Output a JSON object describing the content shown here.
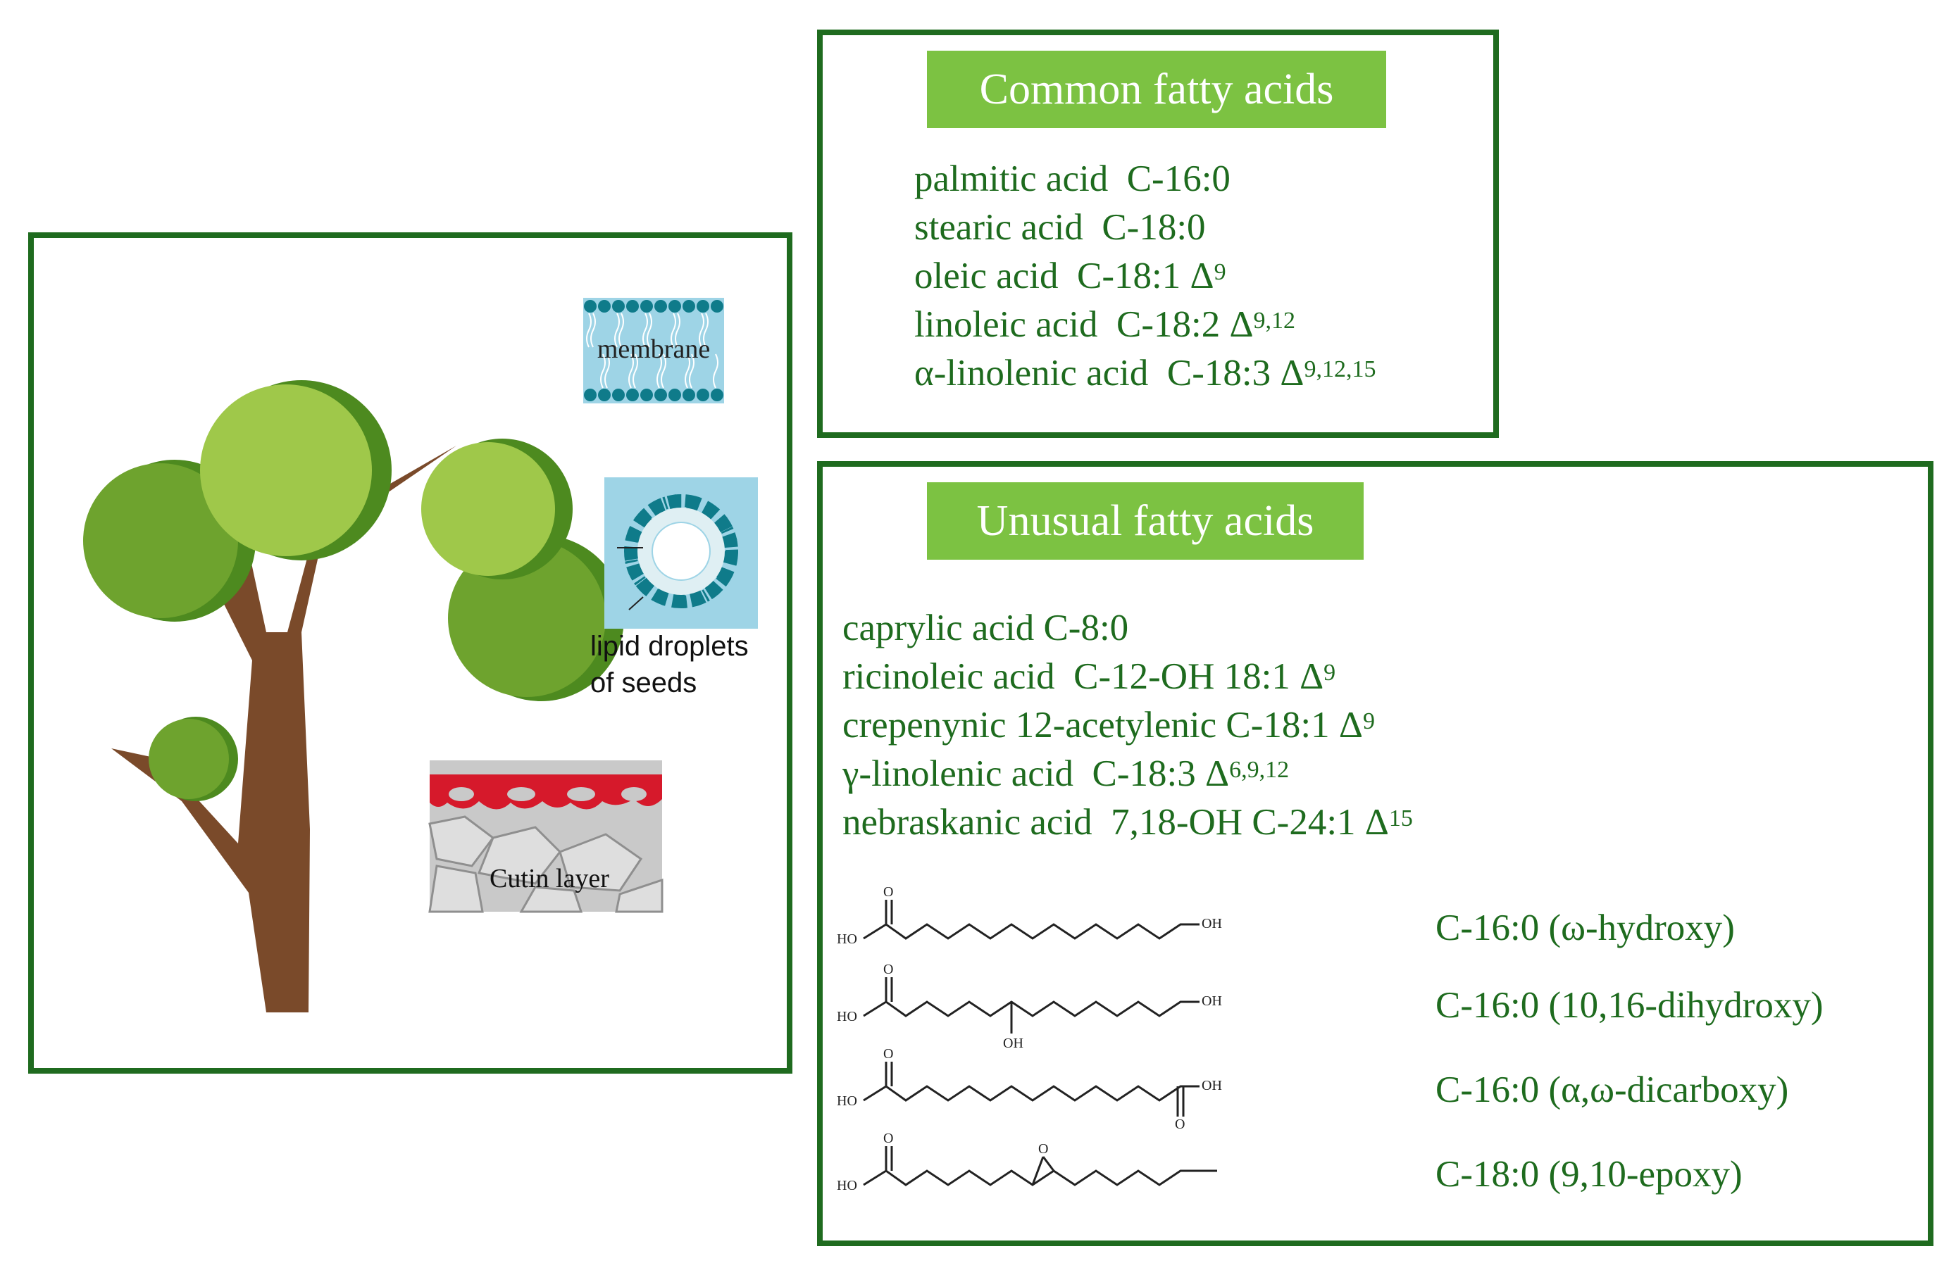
{
  "tree_panel": {
    "membrane_label": "membrane",
    "lipid_label_line1": "lipid droplets",
    "lipid_label_line2": "of seeds",
    "cutin_label": "Cutin layer"
  },
  "common": {
    "title": "Common fatty acids",
    "items": [
      {
        "name": "palmitic acid",
        "formula": "C-16:0",
        "delta": ""
      },
      {
        "name": "stearic acid",
        "formula": "C-18:0",
        "delta": ""
      },
      {
        "name": "oleic acid",
        "formula": "C-18:1 Δ",
        "delta": "9"
      },
      {
        "name": "linoleic acid",
        "formula": "C-18:2 Δ",
        "delta": "9,12"
      },
      {
        "name": "α-linolenic acid",
        "formula": "C-18:3 Δ",
        "delta": "9,12,15"
      }
    ]
  },
  "unusual": {
    "title": "Unusual fatty acids",
    "items": [
      {
        "name": "caprylic acid",
        "formula": "C-8:0",
        "delta": ""
      },
      {
        "name": "ricinoleic acid",
        "formula": "C-12-OH 18:1 Δ",
        "delta": "9"
      },
      {
        "name": "crepenynic 12-acetylenic",
        "formula": "C-18:1 Δ",
        "delta": "9"
      },
      {
        "name": "γ-linolenic acid",
        "formula": "C-18:3 Δ",
        "delta": "6,9,12"
      },
      {
        "name": "nebraskanic acid",
        "formula": "7,18-OH C-24:1 Δ",
        "delta": "15"
      }
    ],
    "structures": [
      {
        "label": "C-16:0 (ω-hydroxy)"
      },
      {
        "label": "C-16:0 (10,16-dihydroxy)"
      },
      {
        "label": "C-16:0 (α,ω-dicarboxy)"
      },
      {
        "label": "C-18:0 (9,10-epoxy)"
      }
    ],
    "atoms": {
      "ho": "HO",
      "oh": "OH",
      "o": "O"
    }
  },
  "colors": {
    "border": "#1f6b1f",
    "header_bg": "#7cc242",
    "text_green": "#1e6b1e",
    "trunk": "#7a4a2a",
    "leaf_light": "#9fc84a",
    "leaf_dark": "#4d8a1f"
  }
}
